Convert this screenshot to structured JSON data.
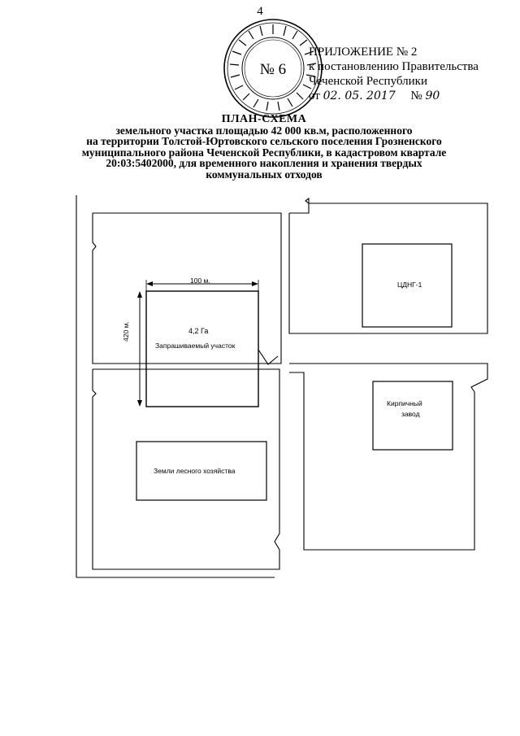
{
  "page_number": "4",
  "appendix": {
    "title": "ПРИЛОЖЕНИЕ № 2",
    "line2": "к постановлению Правительства",
    "line3": "Чеченской Республики",
    "date_prefix": "от",
    "date_value": "02. 05. 2017",
    "number_prefix": "№",
    "number_value": "90"
  },
  "stamp": {
    "number": "№ 6"
  },
  "heading": {
    "title": "ПЛАН-СХЕМА",
    "lines": [
      "земельного участка площадью 42 000 кв.м, расположенного",
      "на территории Толстой-Юртовского сельского поселения Грозненского",
      "муниципального района Чеченской Республики, в кадастровом квартале",
      "20:03:5402000, для временного накопления и хранения твердых",
      "коммунальных отходов"
    ]
  },
  "plan": {
    "width_label": "100 м.",
    "height_label": "420 м.",
    "area_label": "4,2 Га",
    "plot_label": "Запрашиваемый участок",
    "forest_label": "Земли лесного хозяйства",
    "cdng_label": "ЦДНГ-1",
    "brick_label_1": "Кирпичный",
    "brick_label_2": "завод"
  }
}
